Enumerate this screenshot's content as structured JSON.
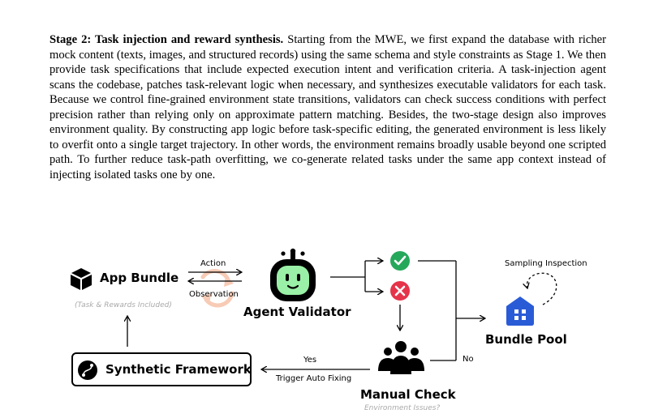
{
  "paper": {
    "heading": "Stage 2: Task injection and reward synthesis.",
    "body": " Starting from the MWE, we first expand the database with richer mock content (texts, images, and structured records) using the same schema and style constraints as Stage 1. We then provide task specifications that include expected execution intent and verification criteria. A task-injection agent scans the codebase, patches task-relevant logic when necessary, and synthesizes executable validators for each task. Because we control fine-grained environment state transitions, validators can check success conditions with perfect precision rather than relying only on approximate pattern matching. Besides, the two-stage design also improves environment quality. By constructing app logic before task-specific editing, the generated environment is less likely to overfit onto a single target trajectory. In other words, the environment remains broadly usable beyond one scripted path. To further reduce task-path overfitting, we co-generate related tasks under the same app context instead of injecting isolated tasks one by one."
  },
  "diagram": {
    "app_bundle": {
      "title": "App Bundle",
      "subtitle": "(Task & Rewards Included)"
    },
    "action_label": "Action",
    "observation_label": "Observation",
    "agent_validator": "Agent Validator",
    "synthetic_framework": "Synthetic Framework",
    "yes_label": "Yes",
    "trigger_label": "Trigger Auto Fixing",
    "manual_check": {
      "title": "Manual Check",
      "subtitle": "Environment Issues?"
    },
    "no_label": "No",
    "bundle_pool": "Bundle Pool",
    "sampling_inspection": "Sampling Inspection",
    "colors": {
      "success": "#26a85a",
      "fail": "#e5344a",
      "robot_face": "#9af0a6",
      "pool_icon": "#2a5bd7",
      "cycle_arrows": "#f7cbb5",
      "subtitle_gray": "#a9a9a9"
    },
    "icons": [
      "cube-icon",
      "robot-icon",
      "check-circle-icon",
      "x-circle-icon",
      "users-icon",
      "house-icon",
      "framework-logo-icon",
      "cycle-icon"
    ]
  }
}
